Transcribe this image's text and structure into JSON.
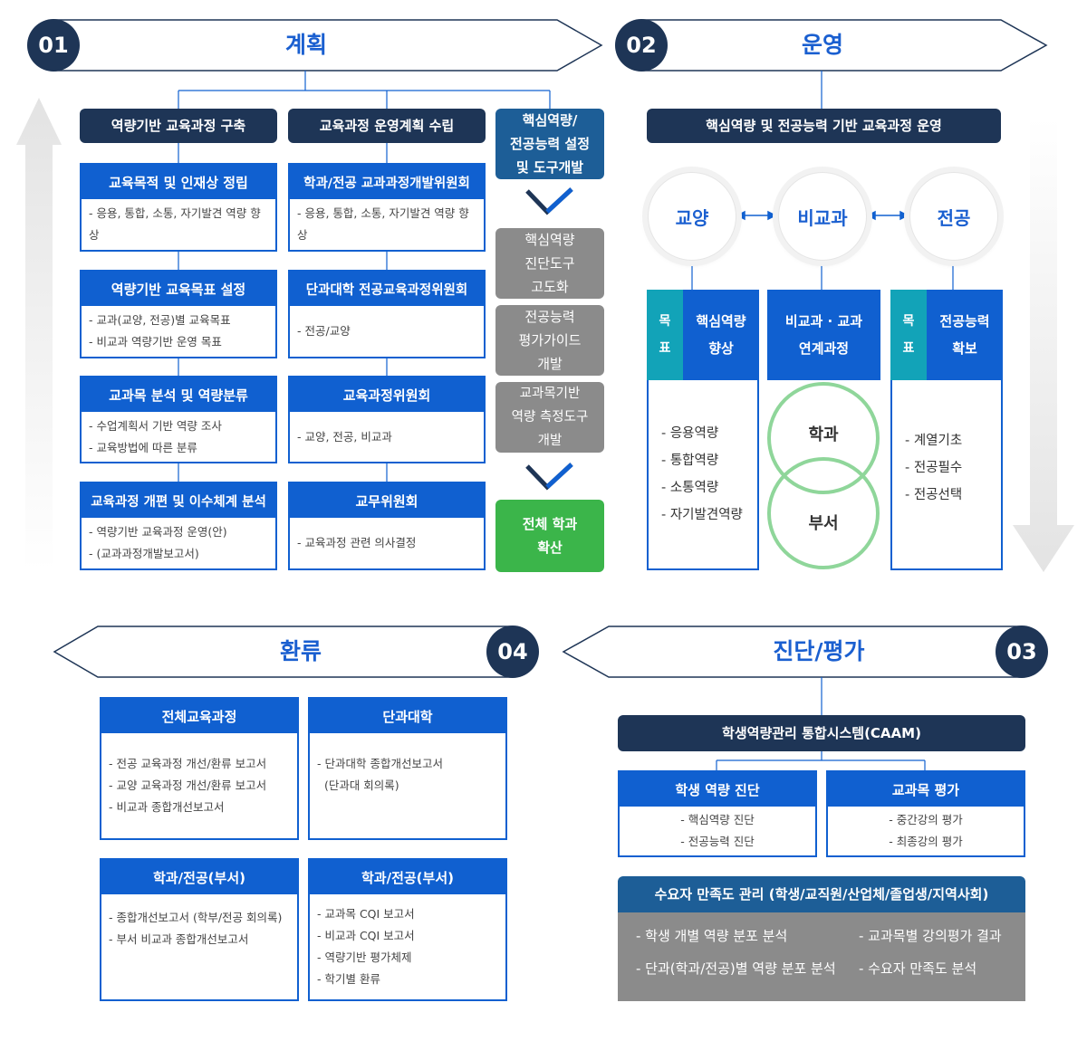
{
  "stages": {
    "s1": {
      "num": "01",
      "title": "계획"
    },
    "s2": {
      "num": "02",
      "title": "운영"
    },
    "s3": {
      "num": "03",
      "title": "진단/평가"
    },
    "s4": {
      "num": "04",
      "title": "환류"
    }
  },
  "plan": {
    "col1": {
      "header": "역량기반 교육과정 구축",
      "boxes": [
        {
          "title": "교육목적 및 인재상 정립",
          "items": [
            "- 응용, 통합, 소통, 자기발견 역량 향상"
          ]
        },
        {
          "title": "역량기반 교육목표 설정",
          "items": [
            "- 교과(교양, 전공)별 교육목표",
            "- 비교과 역량기반 운영 목표"
          ]
        },
        {
          "title": "교과목 분석 및 역량분류",
          "items": [
            "- 수업계획서 기반 역량 조사",
            "- 교육방법에 따른 분류"
          ]
        },
        {
          "title": "교육과정 개편 및 이수체계 분석",
          "items": [
            "- 역량기반 교육과정 운영(안)",
            "- (교과과정개발보고서)"
          ]
        }
      ]
    },
    "col2": {
      "header": "교육과정 운영계획 수립",
      "boxes": [
        {
          "title": "학과/전공 교과과정개발위원회",
          "items": [
            "- 응용, 통합, 소통, 자기발견 역량 향상"
          ]
        },
        {
          "title": "단과대학 전공교육과정위원회",
          "items": [
            "- 전공/교양"
          ]
        },
        {
          "title": "교육과정위원회",
          "items": [
            "- 교양, 전공, 비교과"
          ]
        },
        {
          "title": "교무위원회",
          "items": [
            "- 교육과정 관련 의사결정"
          ]
        }
      ]
    },
    "col3": {
      "header": "핵심역량/\n전공능력 설정\n및 도구개발",
      "steps": [
        "핵심역량\n진단도구\n고도화",
        "전공능력\n평가가이드\n개발",
        "교과목기반\n역량 측정도구\n개발"
      ],
      "final": "전체 학과\n확산"
    }
  },
  "operate": {
    "header": "핵심역량 및 전공능력 기반 교육과정 운영",
    "circles": [
      "교양",
      "비교과",
      "전공"
    ],
    "left": {
      "tag": "목\n표",
      "title": "핵심역량\n향상",
      "items": [
        "- 응용역량",
        "- 통합역량",
        "- 소통역량",
        "- 자기발견역량"
      ]
    },
    "middle": {
      "title": "비교과 · 교과\n연계과정",
      "venn": [
        "학과",
        "부서"
      ]
    },
    "right": {
      "tag": "목\n표",
      "title": "전공능력\n확보",
      "items": [
        "- 계열기초",
        "- 전공필수",
        "- 전공선택"
      ]
    }
  },
  "feedback": {
    "boxes": [
      {
        "title": "전체교육과정",
        "items": [
          "- 전공 교육과정 개선/환류 보고서",
          "- 교양 교육과정 개선/환류 보고서",
          "- 비교과 종합개선보고서"
        ]
      },
      {
        "title": "단과대학",
        "items": [
          "- 단과대학 종합개선보고서",
          "  (단과대 회의록)"
        ]
      },
      {
        "title": "학과/전공(부서)",
        "items": [
          "- 종합개선보고서 (학부/전공 회의록)",
          "- 부서 비교과 종합개선보고서"
        ]
      },
      {
        "title": "학과/전공(부서)",
        "items": [
          "- 교과목 CQI 보고서",
          "- 비교과 CQI 보고서",
          "- 역량기반 평가체제",
          "- 학기별 환류"
        ]
      }
    ]
  },
  "evaluate": {
    "system": "학생역량관리 통합시스템(CAAM)",
    "boxes": [
      {
        "title": "학생 역량 진단",
        "items": [
          "- 핵심역량 진단",
          "- 전공능력 진단"
        ]
      },
      {
        "title": "교과목 평가",
        "items": [
          "- 중간강의 평가",
          "- 최종강의 평가"
        ]
      }
    ],
    "satisfaction": {
      "title": "수요자 만족도 관리 (학생/교직원/산업체/졸업생/지역사회)",
      "items": [
        "- 학생 개별 역량 분포 분석",
        "- 교과목별 강의평가 결과",
        "- 단과(학과/전공)별 역량 분포 분석",
        "- 수요자 만족도 분석"
      ]
    }
  },
  "colors": {
    "navy": "#1e3556",
    "blue": "#1060d0",
    "teal": "#1d5e97",
    "gray": "#8b8b8b",
    "green": "#3bb54a",
    "cyan": "#12a3b8"
  }
}
